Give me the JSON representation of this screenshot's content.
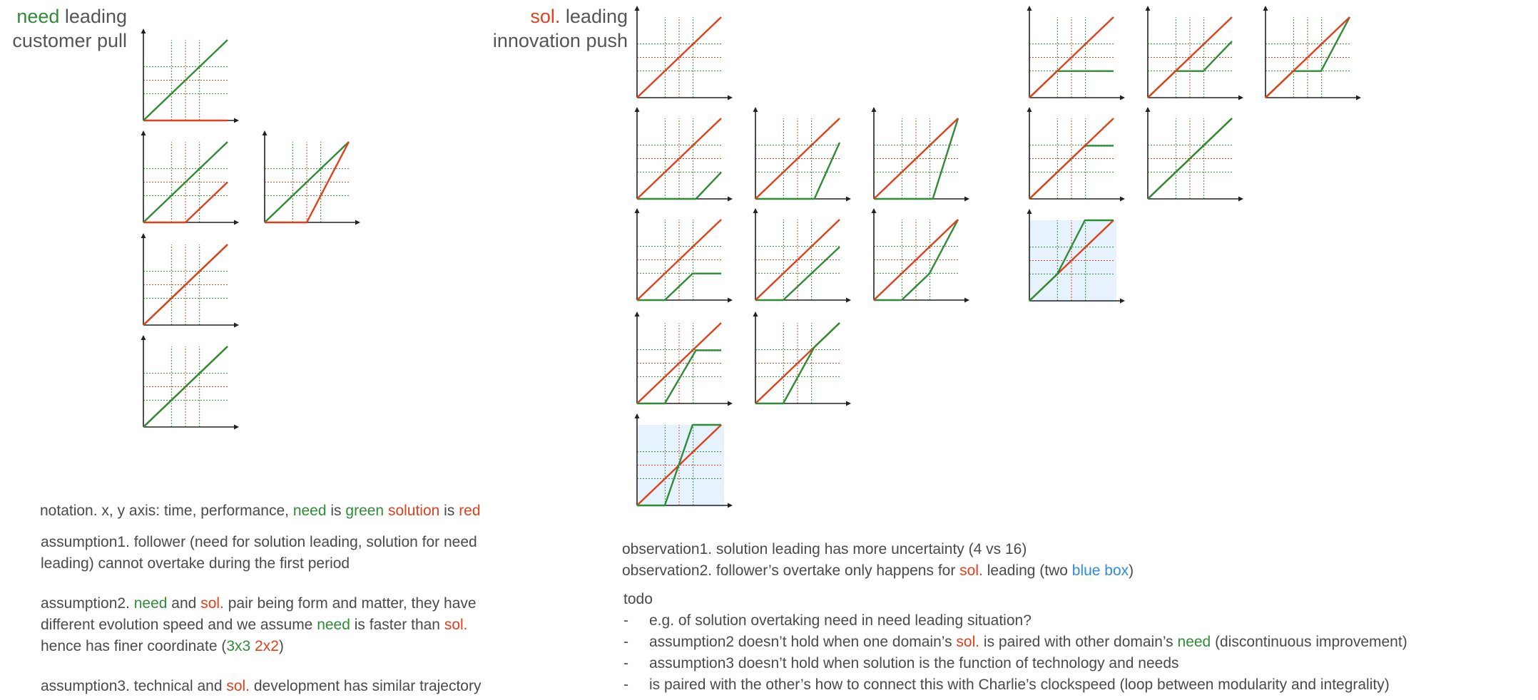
{
  "colors": {
    "need": "#2f8c36",
    "solution": "#e0401b",
    "blue_box": "#2d8be0",
    "highlight_fill": "#e6f2fd",
    "text": "#4a4a4a"
  },
  "headings": {
    "left": {
      "colored_word": "need",
      "rest_line1": " leading",
      "line2": "customer pull"
    },
    "middle": {
      "colored_word": "sol.",
      "rest_line1": " leading",
      "line2": "innovation push"
    }
  },
  "notation": {
    "prefix": "notation. x, y axis: time, performance, ",
    "need_word": "need",
    "is1": " is ",
    "green_word": "green",
    "space": " ",
    "solution_word": "solution",
    "is2": " is ",
    "red_word": "red"
  },
  "assumption1": {
    "line1": "assumption1. follower (need for solution leading, solution for need",
    "line2": "leading) cannot overtake during the first period"
  },
  "assumption2": {
    "a": "assumption2. ",
    "need_word": "need",
    "b": " and ",
    "sol_word": "sol.",
    "c": " pair being form and matter, they have",
    "d": "different evolution speed and we assume ",
    "need_word2": "need",
    "e": " is faster than ",
    "sol_word2": "sol.",
    "f": "hence has finer coordinate (",
    "grid_need": "3x3",
    "sp": " ",
    "grid_sol": "2x2",
    "g": ")"
  },
  "assumption3": {
    "a": "assumption3. technical and ",
    "sol_word": "sol.",
    "b": " development has similar trajectory"
  },
  "observation1": "observation1. solution leading has more uncertainty (4 vs 16)",
  "observation2": {
    "a": "observation2. follower’s overtake only happens for ",
    "sol_word": "sol.",
    "b": " leading (two ",
    "blue_word": "blue box",
    "c": ")"
  },
  "todo": {
    "title": "todo",
    "item1": "e.g. of solution overtaking need in need leading situation?",
    "item2": {
      "a": "assumption2 doesn’t hold when one domain’s ",
      "sol_word": "sol.",
      "b": " is paired with other domain’s ",
      "need_word": "need",
      "c": " (discontinuous improvement)"
    },
    "item3": "assumption3 doesn’t hold when solution is the function of technology and needs",
    "item4": "is paired with the other’s how to connect this with Charlie’s clockspeed (loop between modularity and integrality)"
  }
}
